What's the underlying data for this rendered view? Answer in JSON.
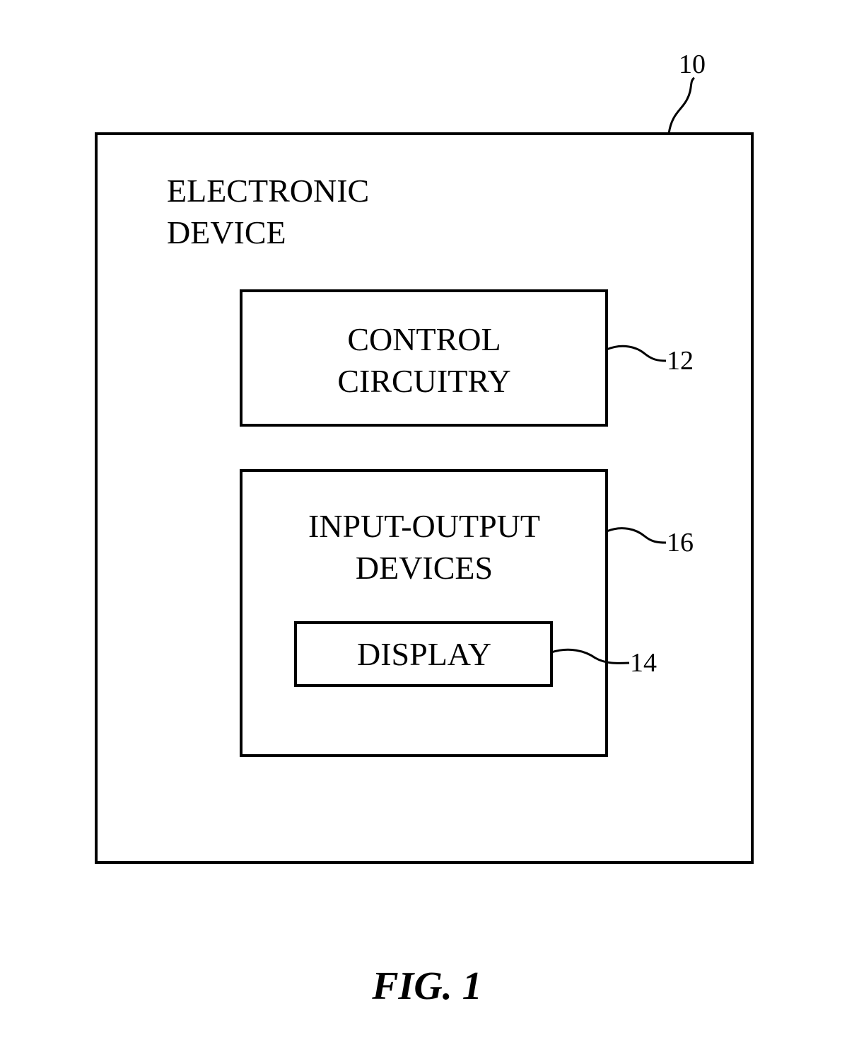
{
  "device": {
    "label_line1": "ELECTRONIC",
    "label_line2": "DEVICE",
    "ref": "10"
  },
  "control": {
    "label_line1": "CONTROL",
    "label_line2": "CIRCUITRY",
    "ref": "12"
  },
  "io": {
    "label_line1": "INPUT-OUTPUT",
    "label_line2": "DEVICES",
    "ref": "16"
  },
  "display": {
    "label": "DISPLAY",
    "ref": "14"
  },
  "caption": "FIG. 1"
}
